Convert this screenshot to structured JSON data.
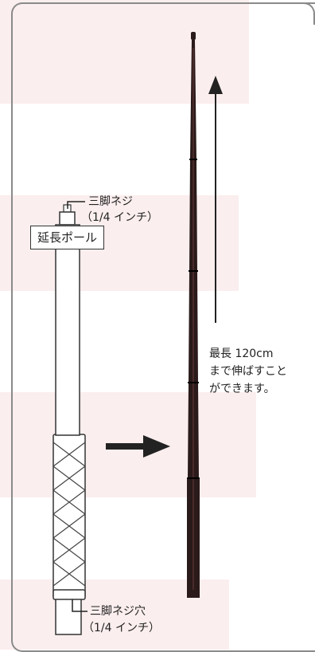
{
  "title": "延長ポール",
  "labels": {
    "top_screw_line1": "三脚ネジ",
    "top_screw_line2": "（1/4 インチ）",
    "bottom_hole_line1": "三脚ネジ穴",
    "bottom_hole_line2": "（1/4 インチ）",
    "extend_line1": "最長 120cm",
    "extend_line2": "まで伸ばすこと",
    "extend_line3": "ができます。"
  },
  "colors": {
    "background_band": "#fbeeee",
    "frame": "#8a8a8a",
    "pole_dark": "#2a1a1a",
    "arrow": "#222222"
  }
}
